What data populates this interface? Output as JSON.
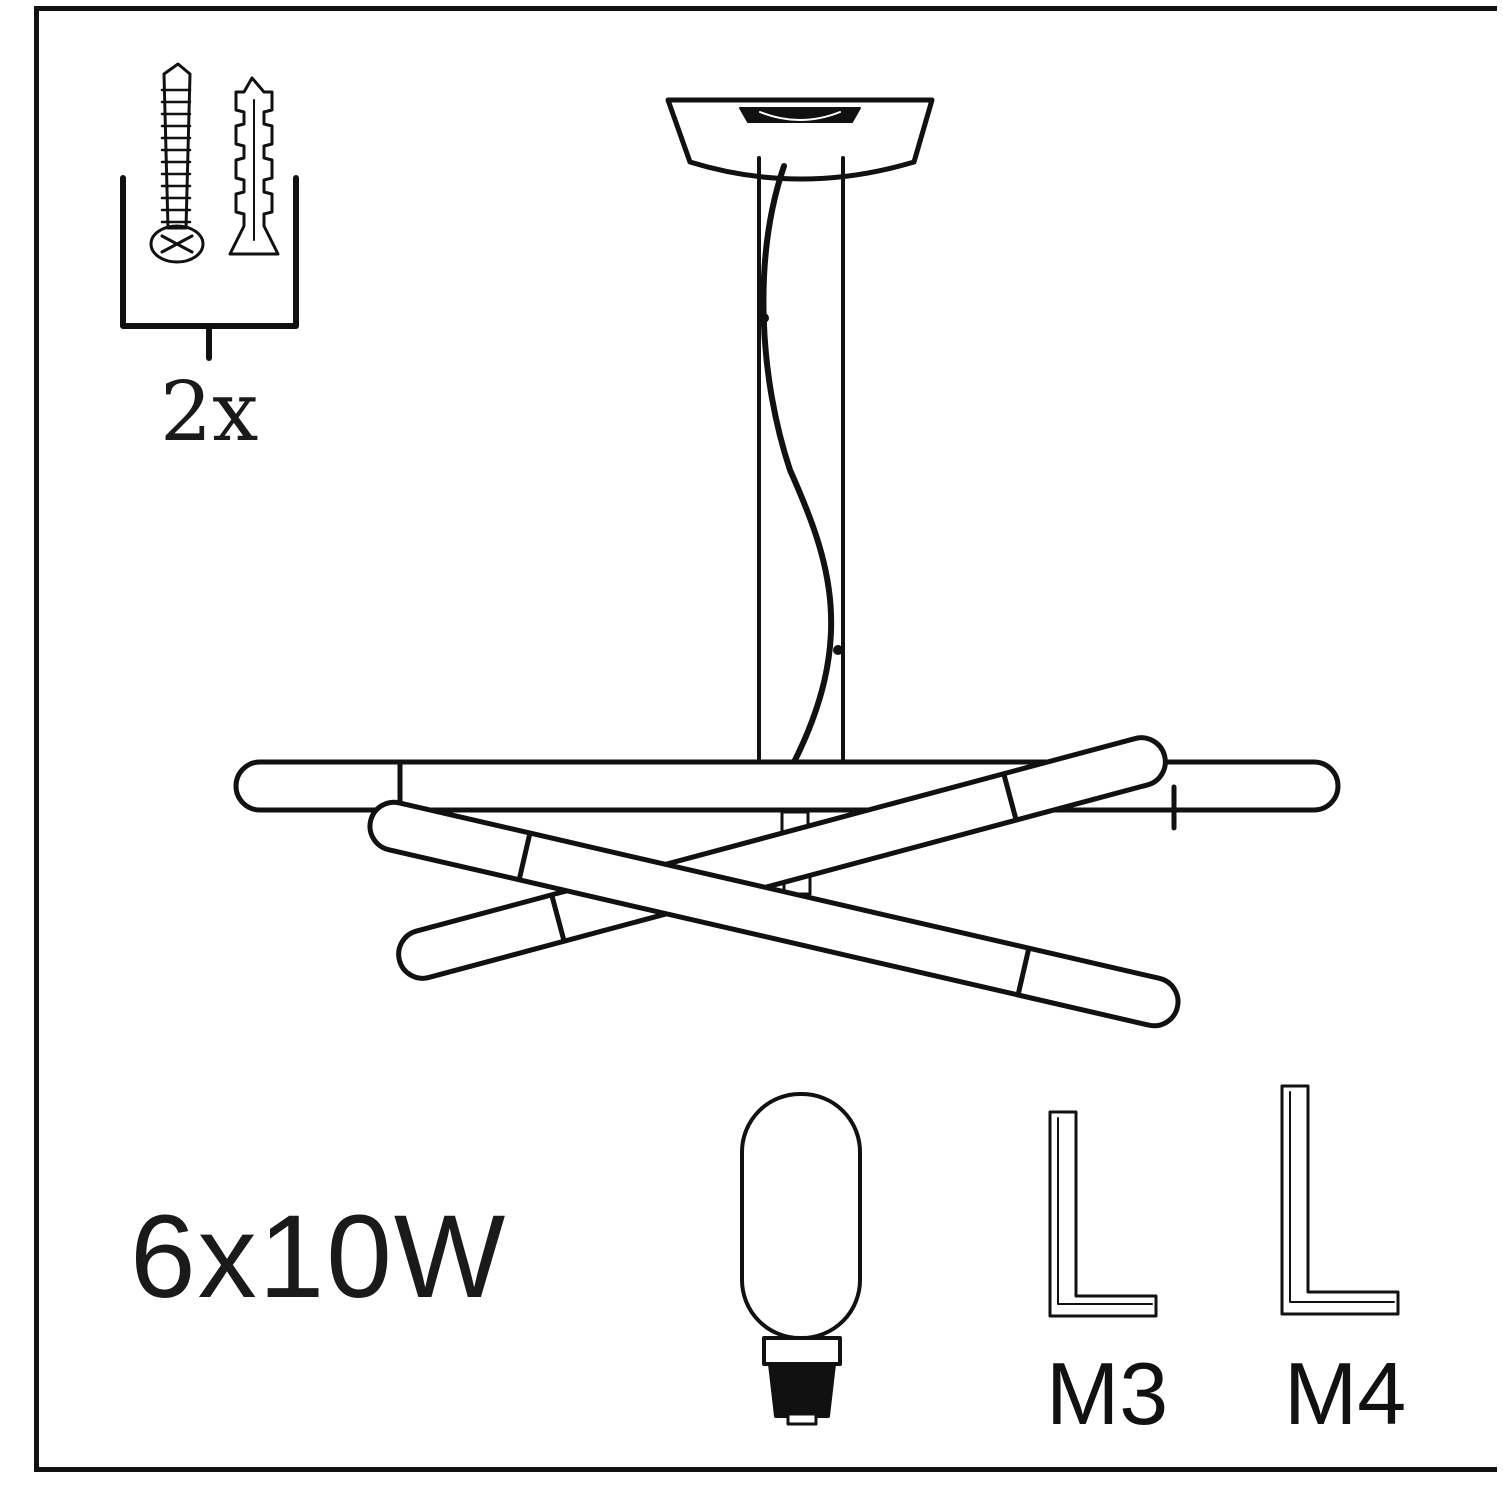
{
  "hardware_kit": {
    "quantity_label": "2x",
    "items": [
      "screw-icon",
      "wall-plug-icon"
    ]
  },
  "bulb_spec": {
    "label": "6x10W",
    "icon": "bulb-icon"
  },
  "allen_keys": [
    {
      "label": "M3",
      "icon": "allen-key-icon"
    },
    {
      "label": "M4",
      "icon": "allen-key-icon"
    }
  ],
  "colors": {
    "line": "#111111",
    "fill": "#ffffff"
  }
}
